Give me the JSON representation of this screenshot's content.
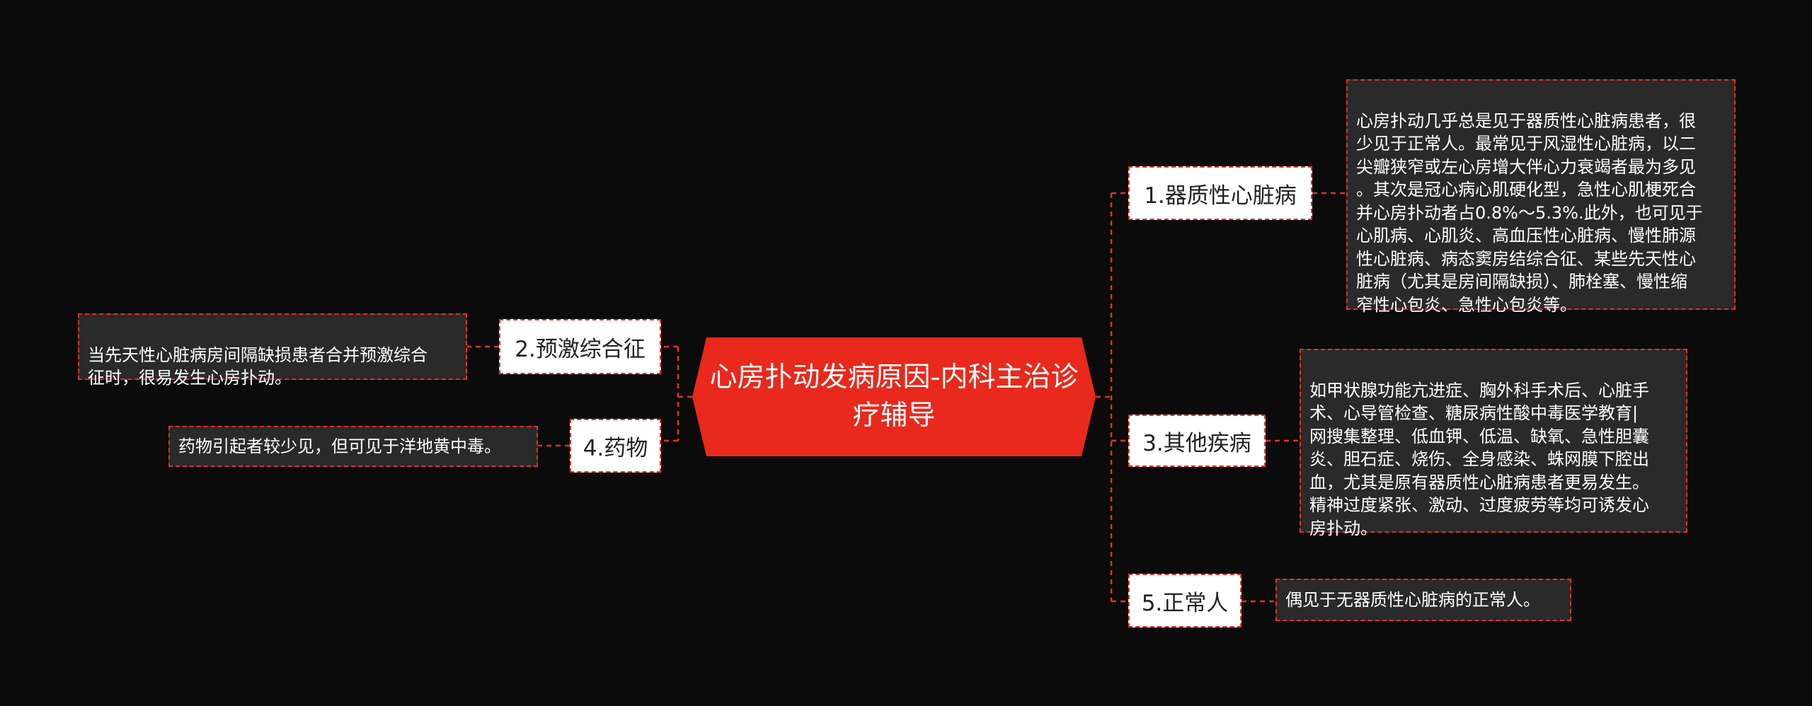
{
  "root": {
    "title": "心房扑动发病原因-内科主治诊疗辅导"
  },
  "branches": {
    "b1": {
      "label": "1.器质性心脏病",
      "detail": "心房扑动几乎总是见于器质性心脏病患者，很\n少见于正常人。最常见于风湿性心脏病，以二\n尖瓣狭窄或左心房增大伴心力衰竭者最为多见\n。其次是冠心病心肌硬化型，急性心肌梗死合\n并心房扑动者占0.8%～5.3%.此外，也可见于\n心肌病、心肌炎、高血压性心脏病、慢性肺源\n性心脏病、病态窦房结综合征、某些先天性心\n脏病（尤其是房间隔缺损）、肺栓塞、慢性缩\n窄性心包炎、急性心包炎等。"
    },
    "b2": {
      "label": "2.预激综合征",
      "detail": "当先天性心脏病房间隔缺损患者合并预激综合\n征时，很易发生心房扑动。"
    },
    "b3": {
      "label": "3.其他疾病",
      "detail": "如甲状腺功能亢进症、胸外科手术后、心脏手\n术、心导管检查、糖尿病性酸中毒医学教育|\n网搜集整理、低血钾、低温、缺氧、急性胆囊\n炎、胆石症、烧伤、全身感染、蛛网膜下腔出\n血，尤其是原有器质性心脏病患者更易发生。\n精神过度紧张、激动、过度疲劳等均可诱发心\n房扑动。"
    },
    "b4": {
      "label": "4.药物",
      "detail": "药物引起者较少见，但可见于洋地黄中毒。"
    },
    "b5": {
      "label": "5.正常人",
      "detail": "偶见于无器质性心脏病的正常人。"
    }
  },
  "colors": {
    "background": "#0b0b0b",
    "accent": "#e8291c",
    "connector": "#e0312a",
    "branch_fill": "#ffffff",
    "leaf_fill": "#2a2a2a"
  }
}
